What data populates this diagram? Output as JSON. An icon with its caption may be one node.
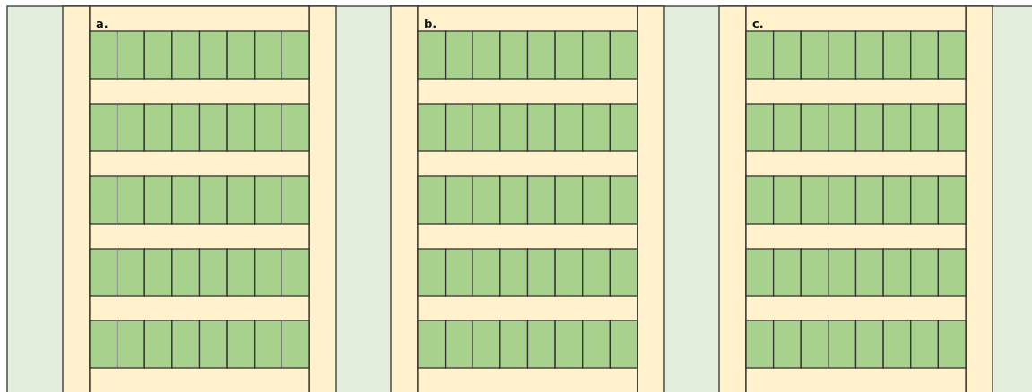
{
  "diagram": {
    "labels": [
      "a.",
      "b.",
      "c."
    ]
  }
}
